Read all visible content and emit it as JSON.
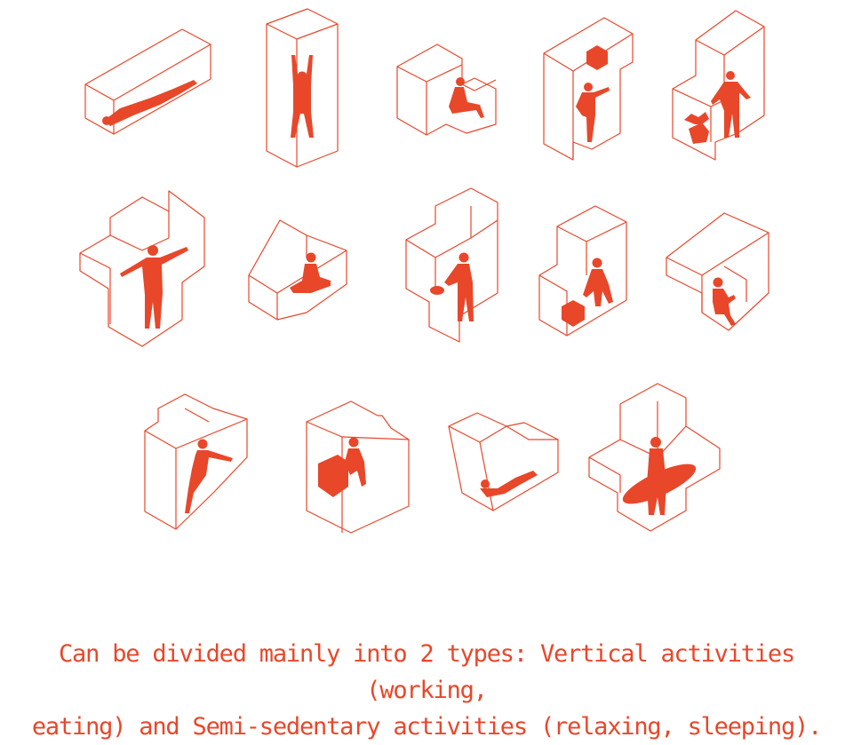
{
  "colors": {
    "accent": "#e8472a",
    "background": "#ffffff"
  },
  "figure": {
    "modules": [
      {
        "activity": "sleeping",
        "figure": "person-lying-down-icon"
      },
      {
        "activity": "stretching",
        "figure": "person-arms-raised-icon"
      },
      {
        "activity": "sitting",
        "figure": "person-sitting-icon"
      },
      {
        "activity": "reaching",
        "figure": "person-reaching-box-icon"
      },
      {
        "activity": "watering plants",
        "figure": "person-watering-plant-icon"
      },
      {
        "activity": "stretching arms",
        "figure": "person-arms-spread-icon"
      },
      {
        "activity": "meditating",
        "figure": "person-meditating-icon"
      },
      {
        "activity": "cooking",
        "figure": "person-cooking-icon"
      },
      {
        "activity": "lifting",
        "figure": "person-lifting-box-icon"
      },
      {
        "activity": "reading",
        "figure": "person-reading-icon"
      },
      {
        "activity": "kicking",
        "figure": "person-kicking-icon"
      },
      {
        "activity": "sitting on chair",
        "figure": "person-seated-chair-icon"
      },
      {
        "activity": "exercising",
        "figure": "person-exercising-icon"
      },
      {
        "activity": "carrying surfboard",
        "figure": "person-surfboard-icon"
      }
    ]
  },
  "caption": {
    "line1": "Can be divided mainly into 2 types: Vertical activities (working,",
    "line2": "eating) and Semi-sedentary activities (relaxing, sleeping)."
  }
}
